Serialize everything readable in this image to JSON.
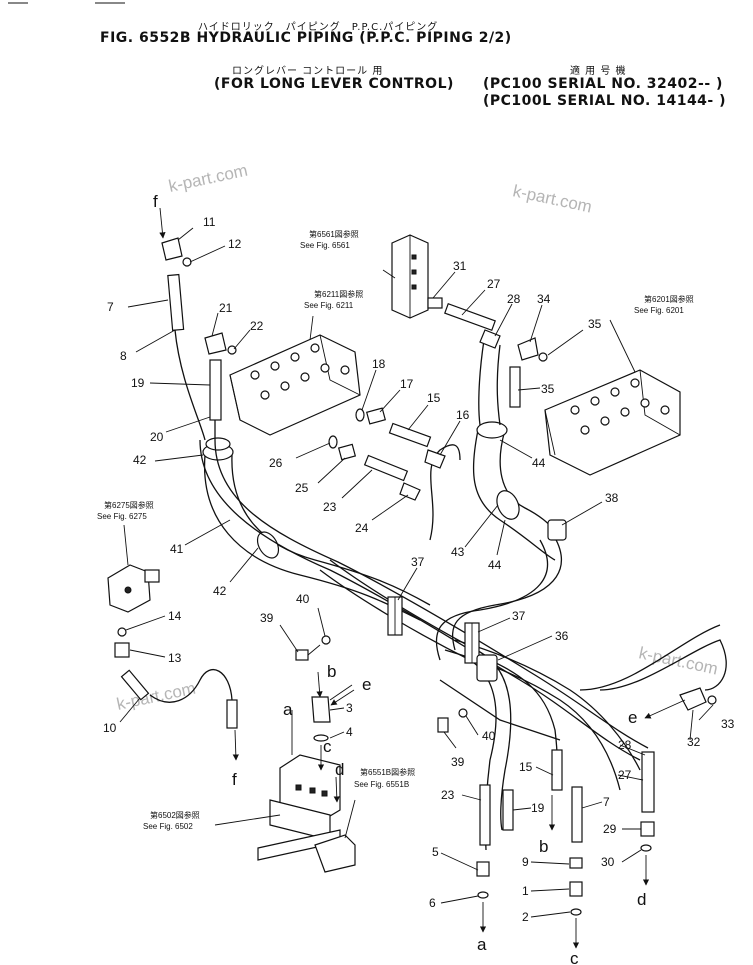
{
  "header": {
    "jp_title": "ハイドロリック　パイピング　P.P.C.パイピング",
    "fig_title": "FIG. 6552B  HYDRAULIC PIPING (P.P.C. PIPING 2/2)",
    "jp_subtitle": "ロングレバー コントロール 用",
    "jp_applicable": "適 用 号 機",
    "subtitle": "(FOR LONG LEVER CONTROL)",
    "serial_1": "(PC100   SERIAL NO. 32402-- )",
    "serial_2": "(PC100L  SERIAL NO. 14144- )"
  },
  "watermarks": [
    "k-part.com",
    "k-part.com",
    "k-part.com",
    "k-part.com"
  ],
  "references": {
    "fig6561": {
      "jp": "第6561図参照",
      "en": "See Fig. 6561"
    },
    "fig6211": {
      "jp": "第6211図参照",
      "en": "See Fig. 6211"
    },
    "fig6201": {
      "jp": "第6201図参照",
      "en": "See Fig. 6201"
    },
    "fig6275": {
      "jp": "第6275図参照",
      "en": "See Fig. 6275"
    },
    "fig6551b": {
      "jp": "第6551B図参照",
      "en": "See Fig. 6551B"
    },
    "fig6502": {
      "jp": "第6502図参照",
      "en": "See Fig. 6502"
    }
  },
  "part_labels": [
    "11",
    "12",
    "7",
    "8",
    "21",
    "22",
    "19",
    "20",
    "42",
    "41",
    "42",
    "31",
    "27",
    "28",
    "34",
    "35",
    "35",
    "18",
    "17",
    "15",
    "16",
    "26",
    "25",
    "23",
    "24",
    "44",
    "44",
    "43",
    "38",
    "37",
    "37",
    "36",
    "40",
    "39",
    "14",
    "13",
    "10",
    "b",
    "e",
    "3",
    "4",
    "a",
    "c",
    "d",
    "40",
    "39",
    "33",
    "32",
    "28",
    "27",
    "15",
    "23",
    "19",
    "7",
    "29",
    "30",
    "5",
    "9",
    "1",
    "6",
    "2"
  ],
  "flow_letters": [
    "f",
    "f",
    "b",
    "e",
    "a",
    "c",
    "d",
    "e",
    "b",
    "d",
    "a",
    "c"
  ]
}
